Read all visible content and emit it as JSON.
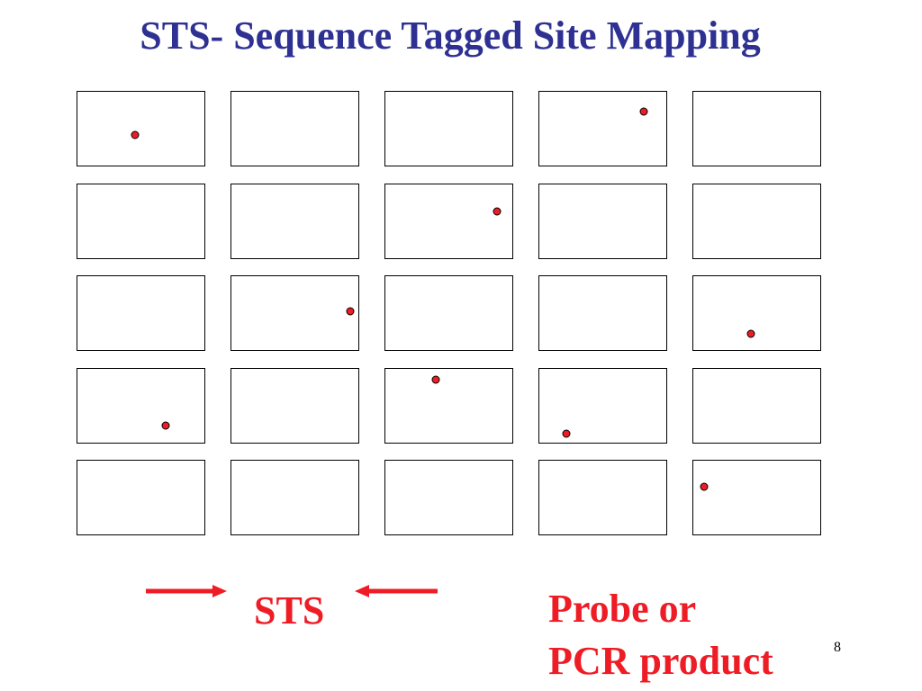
{
  "slide": {
    "title": "STS- Sequence Tagged Site Mapping",
    "page_number": "8"
  },
  "colors": {
    "title": "#2e3192",
    "accent_red": "#ee1c25",
    "dot_fill": "#ee1c25",
    "outline": "#000000"
  },
  "grid": {
    "rows": 5,
    "columns": 5,
    "hit_cells": [
      {
        "row": 1,
        "col": 1
      },
      {
        "row": 1,
        "col": 4
      },
      {
        "row": 2,
        "col": 3
      },
      {
        "row": 3,
        "col": 2
      },
      {
        "row": 3,
        "col": 5
      },
      {
        "row": 4,
        "col": 1
      },
      {
        "row": 4,
        "col": 3
      },
      {
        "row": 4,
        "col": 4
      },
      {
        "row": 5,
        "col": 5
      }
    ]
  },
  "legend": {
    "sts_label": "STS",
    "probe_line1": "Probe or",
    "probe_line2": "PCR product",
    "arrow_icons": [
      "arrow-right-icon",
      "arrow-left-icon"
    ]
  }
}
